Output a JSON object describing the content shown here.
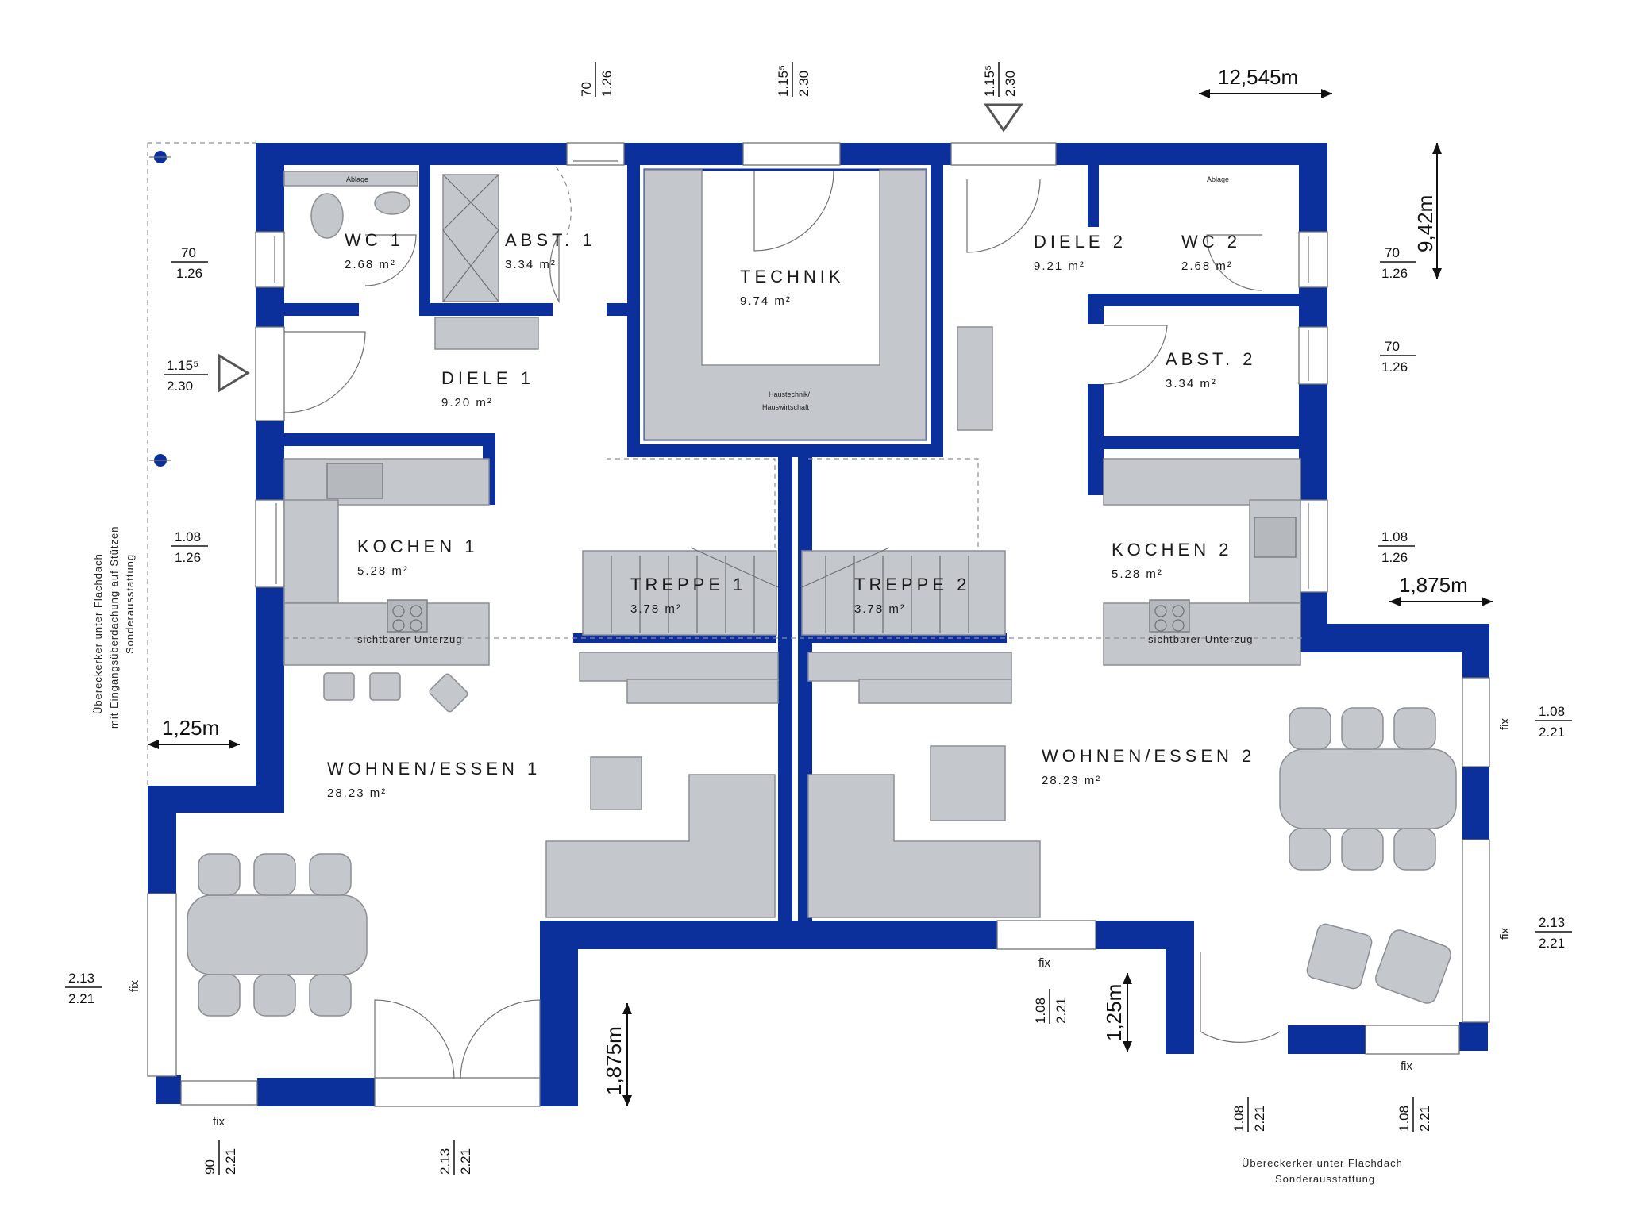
{
  "rooms": {
    "wc1": {
      "name": "WC 1",
      "area": "2.68 m²",
      "shelf": "Ablage"
    },
    "abst1": {
      "name": "ABST. 1",
      "area": "3.34 m²"
    },
    "technik": {
      "name": "TECHNIK",
      "area": "9.74 m²",
      "note_line1": "Haustechnik/",
      "note_line2": "Hauswirtschaft"
    },
    "diele2": {
      "name": "DIELE 2",
      "area": "9.21 m²"
    },
    "wc2": {
      "name": "WC 2",
      "area": "2.68 m²",
      "shelf": "Ablage"
    },
    "diele1": {
      "name": "DIELE 1",
      "area": "9.20 m²"
    },
    "abst2": {
      "name": "ABST. 2",
      "area": "3.34 m²"
    },
    "kochen1": {
      "name": "KOCHEN 1",
      "area": "5.28 m²",
      "beam": "sichtbarer Unterzug"
    },
    "kochen2": {
      "name": "KOCHEN 2",
      "area": "5.28 m²",
      "beam": "sichtbarer Unterzug"
    },
    "treppe1": {
      "name": "TREPPE 1",
      "area": "3.78 m²"
    },
    "treppe2": {
      "name": "TREPPE 2",
      "area": "3.78 m²"
    },
    "wohnen1": {
      "name": "WOHNEN/ESSEN 1",
      "area": "28.23 m²"
    },
    "wohnen2": {
      "name": "WOHNEN/ESSEN 2",
      "area": "28.23 m²"
    }
  },
  "dimensions": {
    "overall_width": "12,545m",
    "overall_depth": "9,42m",
    "bay_left_depth": "1,25m",
    "bay_right_depth": "1,25m",
    "bay_left_width": "1,875m",
    "bay_right_width": "1,875m"
  },
  "openings": {
    "top_a": {
      "num": "70",
      "den": "1.26"
    },
    "top_b": {
      "num": "1.15⁵",
      "den": "2.30"
    },
    "top_c": {
      "num": "1.15⁵",
      "den": "2.30"
    },
    "left_a": {
      "num": "70",
      "den": "1.26"
    },
    "left_b": {
      "num": "1.15⁵",
      "den": "2.30"
    },
    "left_c": {
      "num": "1.08",
      "den": "1.26"
    },
    "left_d": {
      "num": "2.13",
      "den": "2.21"
    },
    "right_a": {
      "num": "70",
      "den": "1.26"
    },
    "right_b": {
      "num": "70",
      "den": "1.26"
    },
    "right_c": {
      "num": "1.08",
      "den": "1.26"
    },
    "right_d": {
      "num": "1.08",
      "den": "2.21"
    },
    "right_e": {
      "num": "2.13",
      "den": "2.21"
    },
    "bottom_a": {
      "num": "90",
      "den": "2.21"
    },
    "bottom_b": {
      "num": "2.13",
      "den": "2.21"
    },
    "mid_a": {
      "num": "1.08",
      "den": "2.21"
    },
    "bottom_c": {
      "num": "1.08",
      "den": "2.21"
    },
    "bottom_d": {
      "num": "1.08",
      "den": "2.21"
    }
  },
  "labels": {
    "fix": "fix",
    "note_left_1": "Übereckerker unter Flachdach",
    "note_left_2": "mit Eingangsüberdachung auf Stützen",
    "note_left_3": "Sonderausstattung",
    "note_right_1": "Übereckerker unter Flachdach",
    "note_right_2": "Sonderausstattung"
  },
  "colors": {
    "wall": "#0b2f9b",
    "furniture": "#c4c7cc"
  }
}
